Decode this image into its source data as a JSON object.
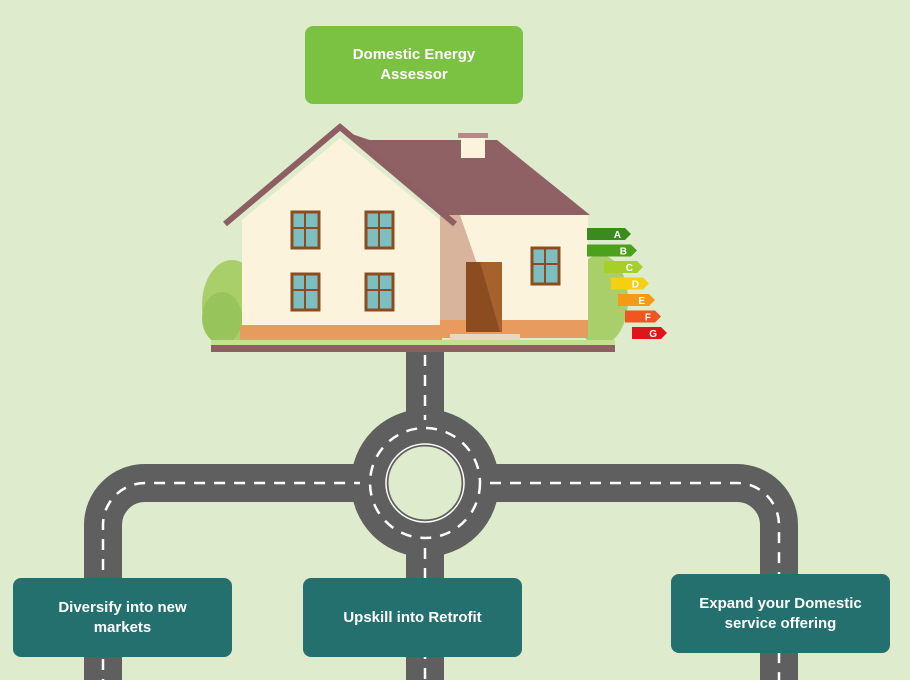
{
  "title": "Domestic Energy Assessor",
  "options": [
    {
      "label": "Diversify into new markets"
    },
    {
      "label": "Upskill into Retrofit"
    },
    {
      "label": "Expand your Domestic service offering"
    }
  ],
  "energy_ratings": [
    "A",
    "B",
    "C",
    "D",
    "E",
    "F",
    "G"
  ],
  "colors": {
    "top_box": "#7cc242",
    "option_box": "#23706f",
    "road": "#5f5f5f",
    "background": "#deebcd"
  }
}
